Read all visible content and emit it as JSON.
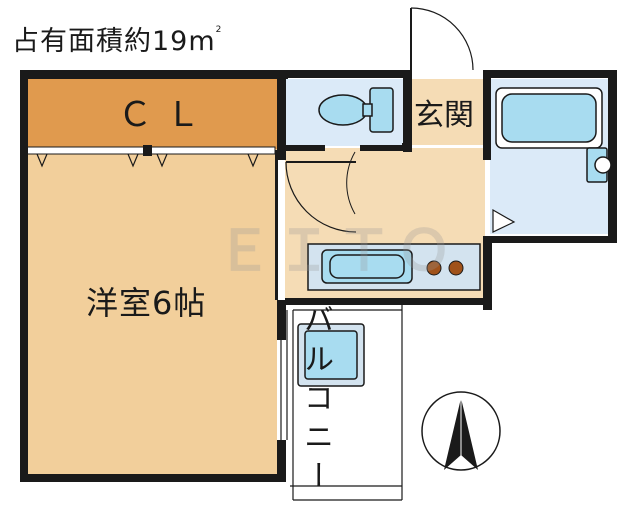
{
  "floor_plan": {
    "area_title": {
      "text": "占有面積約19m",
      "unit_superscript": "2"
    },
    "rooms": {
      "closet": "ＣＬ",
      "western_room": "洋室6帖",
      "entrance": "玄関",
      "balcony": "バルコニー"
    },
    "watermark": "ＥＩＴＯ",
    "compass_icon": "north-arrow-icon",
    "colors": {
      "wall": "#1a1a1a",
      "closet_fill": "#e09a4e",
      "room_fill": "#f2cf9b",
      "kitchen_floor_fill": "#f5dcb5",
      "wet_area_fill": "#dbeaf8",
      "fixture_fill": "#a8dcf0",
      "stove_burner": "#a0521a",
      "counter_fill": "#d3e3ef"
    }
  }
}
